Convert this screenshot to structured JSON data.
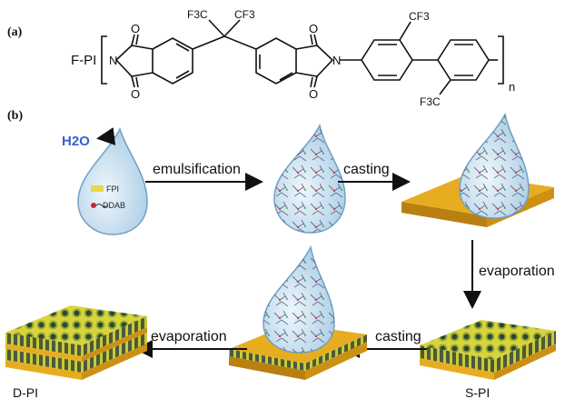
{
  "panel_a": {
    "label": "(a)",
    "polymer_name": "F-PI",
    "cf3_top_left": "F3C",
    "cf3_top_right": "CF3",
    "cf3_ring_top": "CF3",
    "cf3_ring_bottom": "F3C",
    "n_subscript": "n",
    "atom_n": "N",
    "atom_o": "O"
  },
  "panel_b": {
    "label": "(b)",
    "water_label": "H2O",
    "legend_fpi": "FPI",
    "legend_ddab": "DDAB",
    "step_emulsification": "emulsification",
    "step_casting_1": "casting",
    "step_evaporation_1": "evaporation",
    "step_casting_2": "casting",
    "step_evaporation_2": "evaporation",
    "product_s": "S-PI",
    "product_d": "D-PI"
  },
  "colors": {
    "substrate_top": "#e7ad20",
    "substrate_side": "#b97f10",
    "drop_fill": "#cfe4f2",
    "drop_edge": "#6fa0c6",
    "pore_rim": "#9aa83a",
    "pore_core": "#2d4a2d",
    "arrow": "#111111",
    "water_blue": "#3a5fd6"
  }
}
